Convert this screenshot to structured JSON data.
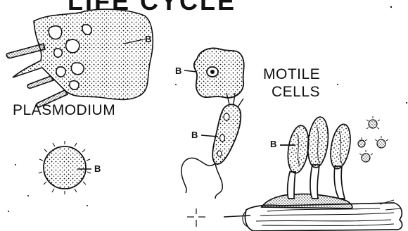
{
  "title": "LIFE CYCLE",
  "labels": {
    "plasmodium": "PLASMODIUM",
    "motile_line1": "MOTILE",
    "motile_line2": "CELLS",
    "b": "B"
  },
  "colors": {
    "ink": "#111111",
    "background": "#ffffff"
  }
}
